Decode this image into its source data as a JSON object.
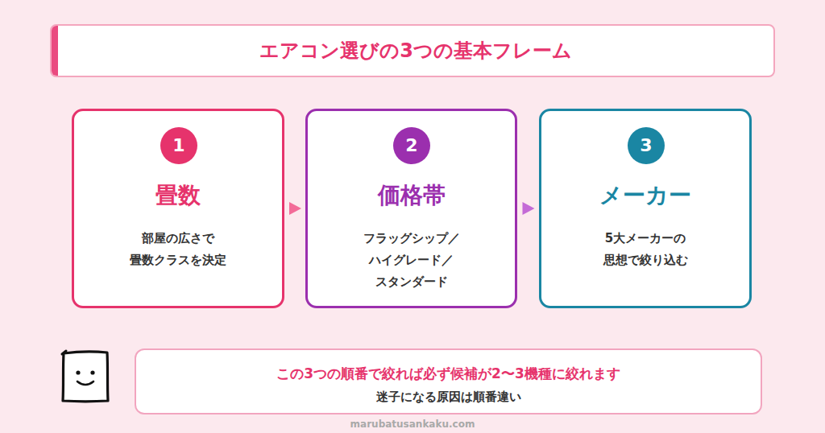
{
  "diagram": {
    "title": "エアコン選びの3つの基本フレーム",
    "nodes": [
      {
        "text": [
          "畳数",
          "部屋の広さで 畳数クラスを決定"
        ]
      },
      {
        "text": [
          "1"
        ],
        "in": 0
      },
      {
        "text": [
          "価格帯",
          "フラッグシップ／ ハイグレード／ スタンダード"
        ]
      },
      {
        "text": [
          "2"
        ],
        "in": 2
      },
      {
        "text": [
          "メーカー",
          "5大メーカーの 思想で絞り込む"
        ]
      },
      {
        "text": [
          "3"
        ],
        "in": 4
      },
      {
        "text": [
          "この3つの順番で絞れば必ず候補が2〜3機種に絞れます",
          "迷子になる原因は順番違い"
        ]
      }
    ],
    "edges": [
      {
        "from": 0,
        "to": 2,
        "arrow": "to"
      },
      {
        "from": 2,
        "to": 4,
        "arrow": "to"
      }
    ],
    "labels": [
      "marubatusankaku.com"
    ]
  }
}
